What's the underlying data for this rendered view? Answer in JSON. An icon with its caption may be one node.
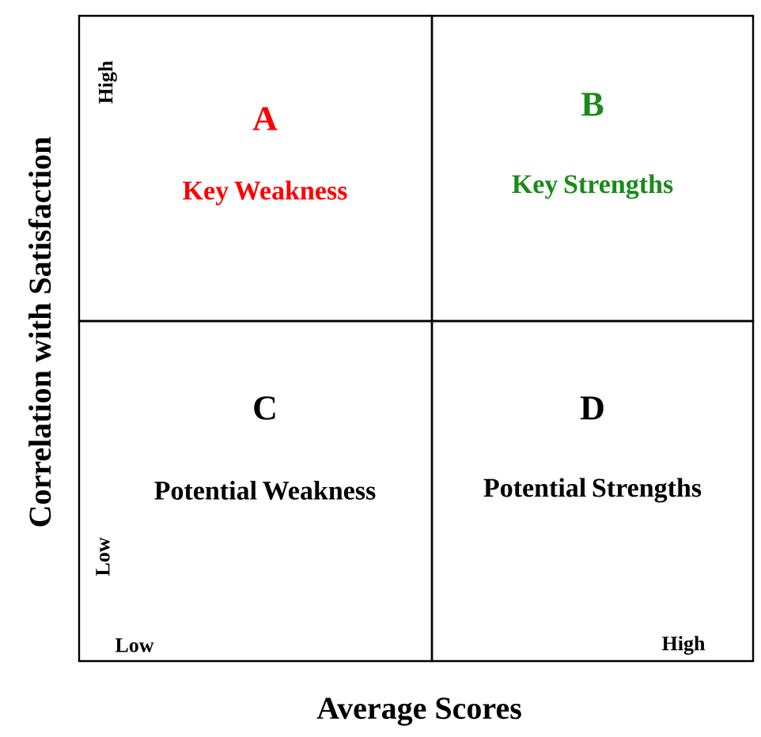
{
  "diagram": {
    "nodes": [
      {
        "text": [
          "A",
          "Key Weakness"
        ]
      },
      {
        "text": [
          "B",
          "Key Strengths"
        ]
      },
      {
        "text": [
          "C",
          "Potential Weakness"
        ]
      },
      {
        "text": [
          "D",
          "Potential Strengths"
        ]
      }
    ],
    "labels": [
      "Correlation with Satisfaction",
      "High",
      "Low",
      "Low",
      "High",
      "Average Scores"
    ]
  }
}
